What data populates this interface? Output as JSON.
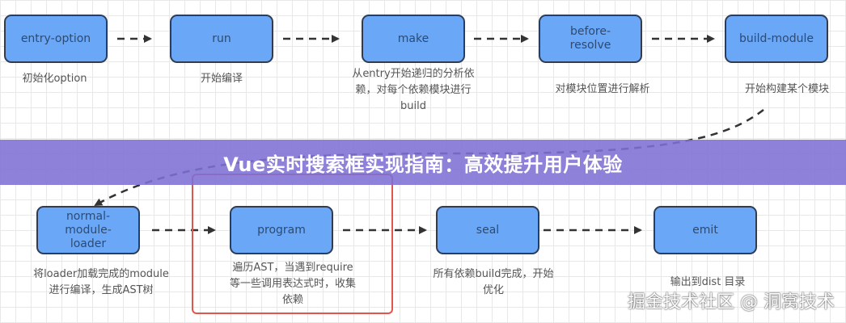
{
  "banner": {
    "title": "Vue实时搜索框实现指南：高效提升用户体验"
  },
  "colors": {
    "node_fill": "#6aa8f7",
    "node_border": "#2e3d55",
    "banner": "#7d70d4",
    "highlight": "#e0564a"
  },
  "nodes": [
    {
      "label": "entry-option",
      "caption": "初始化option"
    },
    {
      "label": "run",
      "caption": "开始编译"
    },
    {
      "label": "make",
      "caption": "从entry开始递归的分析依\n赖，对每个依赖模块进行\nbuild"
    },
    {
      "label": "before-\nresolve",
      "caption": "对模块位置进行解析"
    },
    {
      "label": "build-module",
      "caption": "开始构建某个模块"
    },
    {
      "label": "normal-\nmodule-\nloader",
      "caption": "将loader加载完成的module\n进行编译，生成AST树"
    },
    {
      "label": "program",
      "caption": "遍历AST，当遇到require\n等一些调用表达式时，收集\n依赖"
    },
    {
      "label": "seal",
      "caption": "所有依赖build完成，开始\n优化"
    },
    {
      "label": "emit",
      "caption": "输出到dist 目录"
    }
  ],
  "watermark": "掘金技术社区 @ 洞窝技术"
}
